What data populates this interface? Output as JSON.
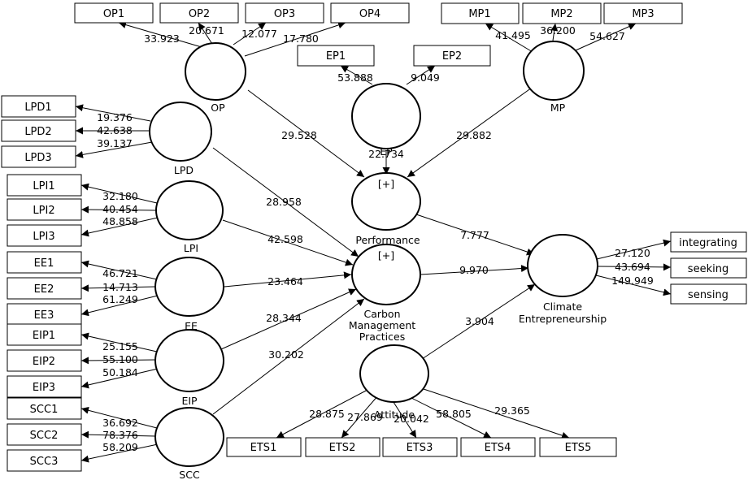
{
  "indicators": {
    "OP1": "OP1",
    "OP2": "OP2",
    "OP3": "OP3",
    "OP4": "OP4",
    "MP1": "MP1",
    "MP2": "MP2",
    "MP3": "MP3",
    "EP1": "EP1",
    "EP2": "EP2",
    "LPD1": "LPD1",
    "LPD2": "LPD2",
    "LPD3": "LPD3",
    "LPI1": "LPI1",
    "LPI2": "LPI2",
    "LPI3": "LPI3",
    "EE1": "EE1",
    "EE2": "EE2",
    "EE3": "EE3",
    "EIP1": "EIP1",
    "EIP2": "EIP2",
    "EIP3": "EIP3",
    "SCC1": "SCC1",
    "SCC2": "SCC2",
    "SCC3": "SCC3",
    "ETS1": "ETS1",
    "ETS2": "ETS2",
    "ETS3": "ETS3",
    "ETS4": "ETS4",
    "ETS5": "ETS5",
    "integrating": "integrating",
    "seeking": "seeking",
    "sensing": "sensing"
  },
  "constructs": {
    "OP": "OP",
    "MP": "MP",
    "EP": "EP",
    "LPD": "LPD",
    "LPI": "LPI",
    "EE": "EE",
    "EIP": "EIP",
    "SCC": "SCC",
    "Attitude": "Attitude",
    "Performance": "Performance",
    "Performance_marker": "[+]",
    "CMP_marker": "[+]",
    "CMP_line1": "Carbon",
    "CMP_line2": "Management",
    "CMP_line3": "Practices",
    "CE_line1": "Climate",
    "CE_line2": "Entrepreneurship"
  },
  "coefficients": {
    "op1": "33.923",
    "op2": "20.671",
    "op3": "12.077",
    "op4": "17.780",
    "mp1": "41.495",
    "mp2": "36.200",
    "mp3": "54.627",
    "ep1": "53.888",
    "ep2": "9.049",
    "lpd1": "19.376",
    "lpd2": "42.638",
    "lpd3": "39.137",
    "lpi1": "32.180",
    "lpi2": "40.454",
    "lpi3": "48.858",
    "ee1": "46.721",
    "ee2": "14.713",
    "ee3": "61.249",
    "eip1": "25.155",
    "eip2": "55.100",
    "eip3": "50.184",
    "scc1": "36.692",
    "scc2": "78.376",
    "scc3": "58.209",
    "ets1": "28.875",
    "ets2": "27.869",
    "ets3": "20.042",
    "ets4": "58.805",
    "ets5": "29.365",
    "integrating": "27.120",
    "seeking": "43.694",
    "sensing": "149.949",
    "op_perf": "29.528",
    "mp_perf": "29.882",
    "ep_perf": "22.734",
    "lpd_cmp": "28.958",
    "lpi_cmp": "42.598",
    "ee_cmp": "23.464",
    "eip_cmp": "28.344",
    "scc_cmp": "30.202",
    "perf_ce": "7.777",
    "cmp_ce": "9.970",
    "att_ce": "3.904"
  },
  "colors": {
    "stroke": "#000000",
    "background": "#ffffff"
  }
}
